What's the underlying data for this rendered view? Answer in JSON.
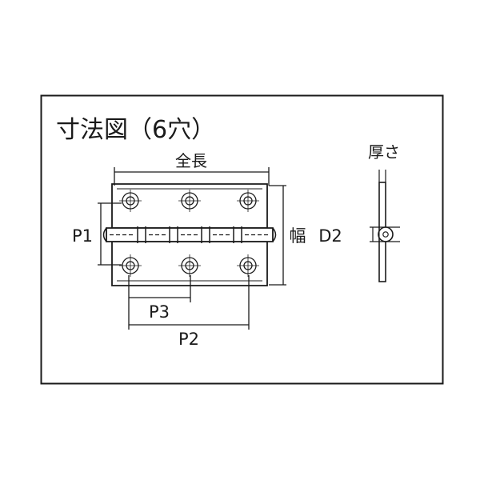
{
  "title": "寸法図（6穴）",
  "labels": {
    "overall_length": "全長",
    "thickness": "厚さ",
    "width": "幅",
    "d2": "D2",
    "p1": "P1",
    "p2": "P2",
    "p3": "P3"
  },
  "colors": {
    "line": "#1a1a1a",
    "background": "#ffffff"
  }
}
